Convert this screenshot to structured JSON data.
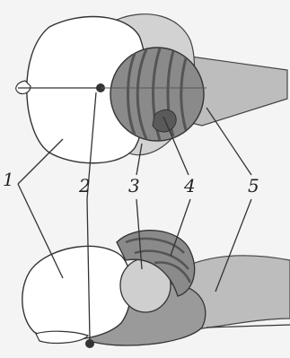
{
  "labels": {
    "l1": "1",
    "l2": "2",
    "l3": "3",
    "l4": "4",
    "l5": "5"
  },
  "colors": {
    "background": "#f4f4f4",
    "hemisphere": "#ffffff",
    "midbrain": "#d2d2d2",
    "cerebellum": "#8a8a8a",
    "cerebellum_dark": "#5a5a5a",
    "medulla": "#bdbdbd",
    "outline": "#333333"
  }
}
